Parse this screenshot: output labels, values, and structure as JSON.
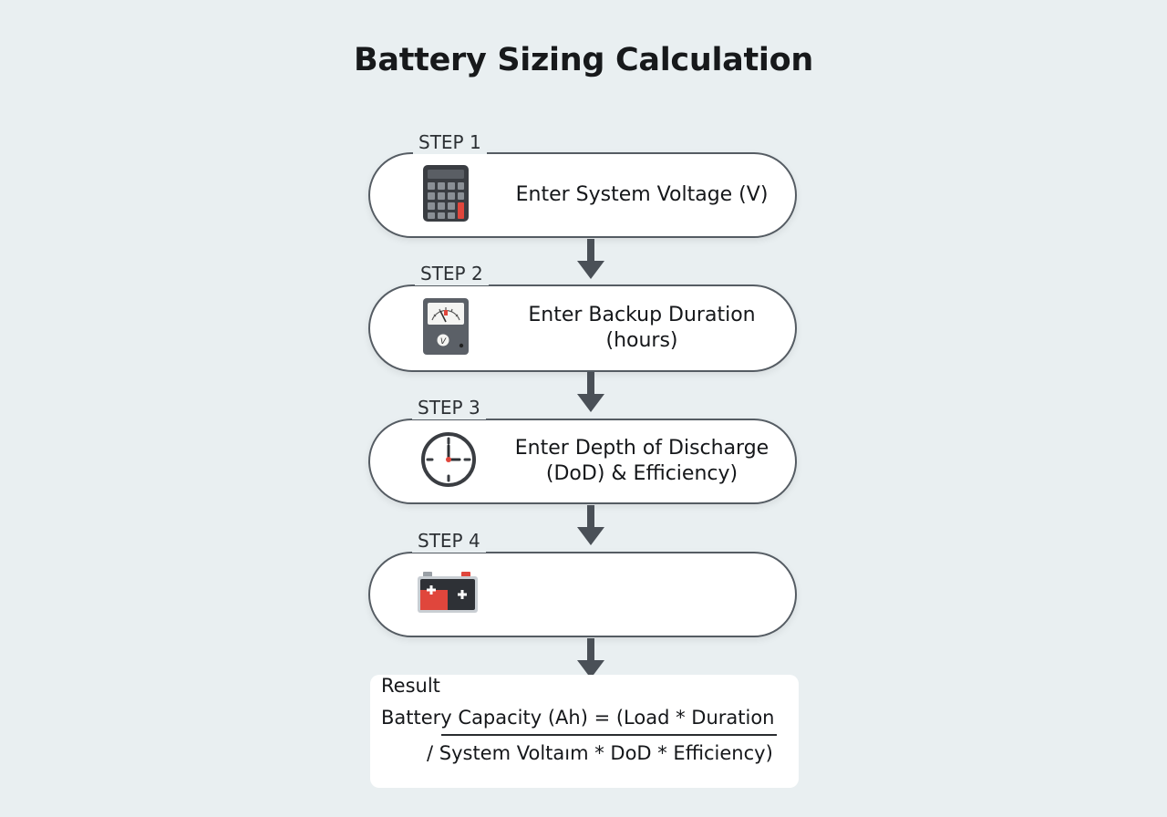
{
  "title": "Battery Sizing Calculation",
  "steps": [
    {
      "label": "STEP 1",
      "text": "Enter System Voltage (V)",
      "icon": "calculator-icon"
    },
    {
      "label": "STEP 2",
      "text": "Enter Backup Duration\n(hours)",
      "icon": "voltmeter-icon"
    },
    {
      "label": "STEP 3",
      "text": "Enter Depth of Discharge\n(DoD) & Efficiency)",
      "icon": "clock-icon"
    },
    {
      "label": "STEP 4",
      "text": "",
      "icon": "battery-icon"
    }
  ],
  "result": {
    "title": "Result",
    "numerator": "Battery Capacity (Ah) = (Load * Duration",
    "denominator": "/ System Voltaım * DoD * Efficiency)"
  },
  "colors": {
    "background": "#e9eff1",
    "card_border": "#555c63",
    "arrow": "#4a5057",
    "accent_red": "#e0463c"
  }
}
